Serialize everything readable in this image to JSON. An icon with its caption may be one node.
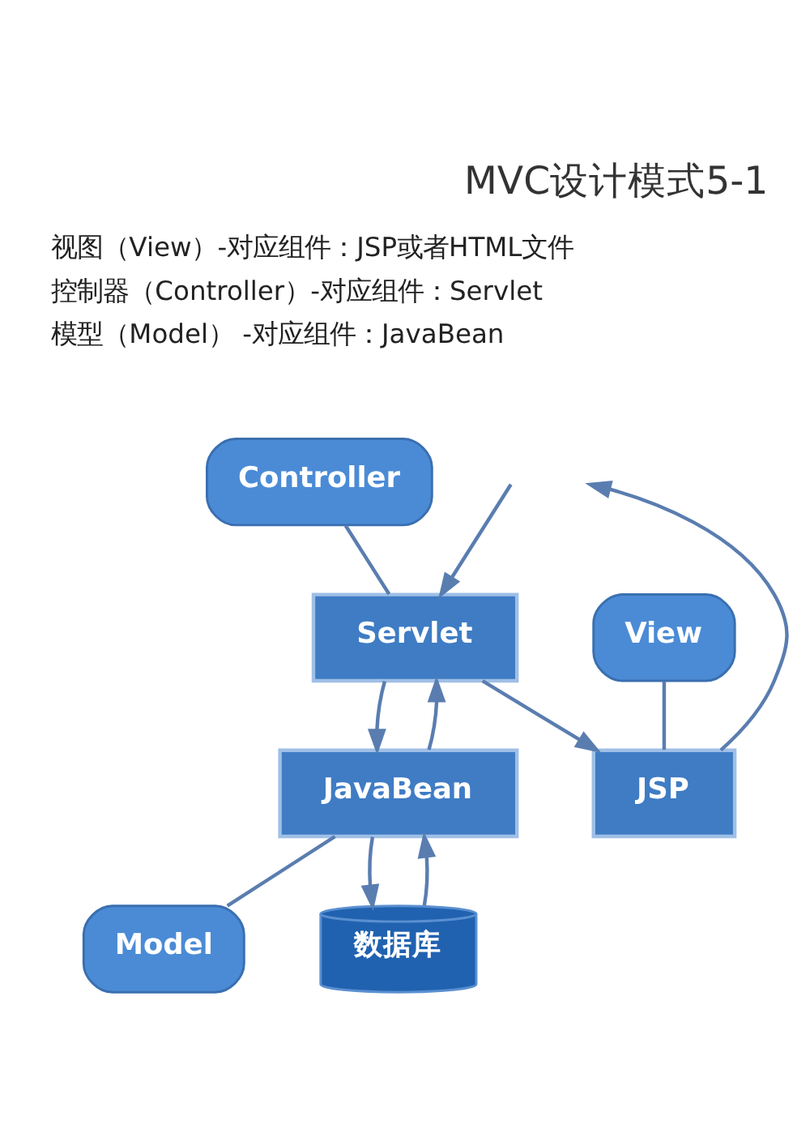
{
  "diagram": {
    "title": "MVC设计模式5-1",
    "nodes": [
      {
        "text": [
          "Controller"
        ]
      },
      {
        "text": [
          "Servlet"
        ]
      },
      {
        "text": [
          "View"
        ]
      },
      {
        "text": [
          "JSP"
        ]
      },
      {
        "text": [
          "JavaBean"
        ]
      },
      {
        "text": [
          "Model"
        ]
      },
      {
        "text": [
          "数据库"
        ]
      }
    ],
    "edges": [
      {
        "from": null,
        "to": 1,
        "arrow": "to"
      },
      {
        "from": 1,
        "to": 3,
        "arrow": "to"
      },
      {
        "from": 3,
        "to": null,
        "arrow": "to"
      },
      {
        "from": 1,
        "to": 4,
        "arrow": "to"
      },
      {
        "from": 4,
        "to": 1,
        "arrow": "to"
      },
      {
        "from": 4,
        "to": 6,
        "arrow": "to"
      },
      {
        "from": 6,
        "to": 4,
        "arrow": "to"
      },
      {
        "from": 0,
        "to": 1,
        "arrow": "none"
      },
      {
        "from": 2,
        "to": 3,
        "arrow": "none"
      },
      {
        "from": 5,
        "to": 4,
        "arrow": "none"
      }
    ],
    "labels": [
      "视图（View）-对应组件：JSP或者HTML文件",
      "控制器（Controller）-对应组件：Servlet",
      "模型（Model） -对应组件：JavaBean"
    ]
  }
}
